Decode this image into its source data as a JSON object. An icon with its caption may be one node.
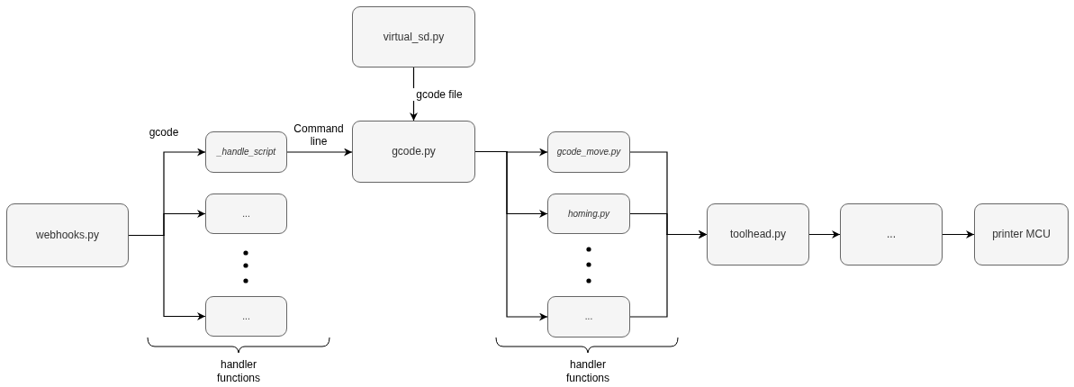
{
  "diagram": {
    "nodes": [
      {
        "text": [
          "webhooks.py"
        ]
      },
      {
        "text": [
          "_handle_script"
        ]
      },
      {
        "text": [
          "..."
        ]
      },
      {
        "text": [
          "..."
        ]
      },
      {
        "text": [
          "virtual_sd.py"
        ]
      },
      {
        "text": [
          "gcode.py"
        ]
      },
      {
        "text": [
          "gcode_move.py"
        ]
      },
      {
        "text": [
          "homing.py"
        ]
      },
      {
        "text": [
          "..."
        ]
      },
      {
        "text": [
          "toolhead.py"
        ]
      },
      {
        "text": [
          "..."
        ]
      },
      {
        "text": [
          "printer MCU"
        ]
      }
    ],
    "edges": [
      {
        "from": 0,
        "to": 1,
        "arrow": "to",
        "label": "gcode"
      },
      {
        "from": 0,
        "to": 2,
        "arrow": "to"
      },
      {
        "from": 0,
        "to": 3,
        "arrow": "to"
      },
      {
        "from": 1,
        "to": 5,
        "arrow": "to",
        "label": "Command line"
      },
      {
        "from": 4,
        "to": 5,
        "arrow": "to",
        "label": "gcode file"
      },
      {
        "from": 5,
        "to": 6,
        "arrow": "to"
      },
      {
        "from": 5,
        "to": 7,
        "arrow": "to"
      },
      {
        "from": 5,
        "to": 8,
        "arrow": "to"
      },
      {
        "from": 6,
        "to": 9,
        "arrow": "to"
      },
      {
        "from": 7,
        "to": 9,
        "arrow": "to"
      },
      {
        "from": 8,
        "to": 9,
        "arrow": "to"
      },
      {
        "from": 9,
        "to": 10,
        "arrow": "to"
      },
      {
        "from": 10,
        "to": 11,
        "arrow": "to"
      }
    ],
    "labels": [
      "handler functions",
      "handler functions"
    ]
  }
}
